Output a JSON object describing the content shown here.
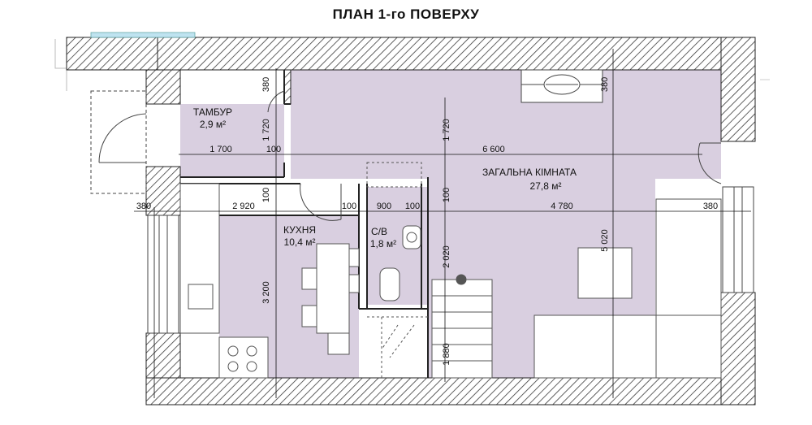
{
  "title": "ПЛАН 1-го ПОВЕРХУ",
  "rooms": {
    "tambur": {
      "name": "ТАМБУР",
      "area": "2,9 м²"
    },
    "living": {
      "name": "ЗАГАЛЬНА КІМНАТА",
      "area": "27,8 м²"
    },
    "kitchen": {
      "name": "КУХНЯ",
      "area": "10,4 м²"
    },
    "bath": {
      "name": "С/В",
      "area": "1,8 м²"
    }
  },
  "dims": {
    "h1": [
      "1 700",
      "100",
      "6 600"
    ],
    "h2": [
      "380",
      "2 920",
      "100",
      "900",
      "100",
      "4 780",
      "380"
    ],
    "v": [
      "380",
      "1 720",
      "1 720",
      "380",
      "100",
      "100",
      "3 200",
      "2 020",
      "5 020",
      "1 880"
    ]
  },
  "colors": {
    "room_fill": "#d9cfe0",
    "wall_hatch": "#3a3a3a",
    "window": "#bfe3f0"
  }
}
